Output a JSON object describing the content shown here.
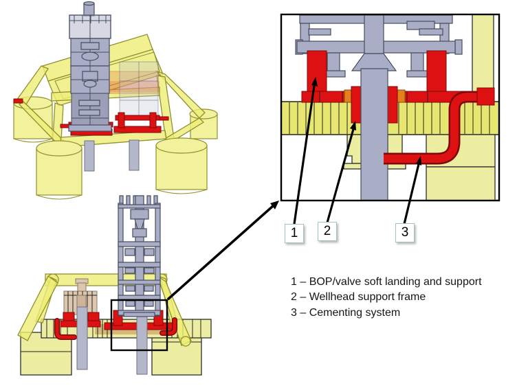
{
  "figure": {
    "type": "technical-illustration",
    "subject": "Subsea template with BOP stack — overview views and wellhead detail"
  },
  "callouts": [
    {
      "number": "1"
    },
    {
      "number": "2"
    },
    {
      "number": "3"
    }
  ],
  "legend": {
    "items": [
      "1 – BOP/valve soft landing and support",
      "2 – Wellhead support frame",
      "3 – Cementing system"
    ]
  },
  "colors": {
    "component-red": "#dd1111",
    "template-yellow": "#eeee77",
    "pale-yellow": "#ededa2",
    "deck-yellow": "#e6e670",
    "steel-gray": "#a9aec6",
    "steel-dark": "#474c60",
    "olive": "#8f8f2e",
    "orange": "#e2811d",
    "tan": "#dcc6ae"
  }
}
